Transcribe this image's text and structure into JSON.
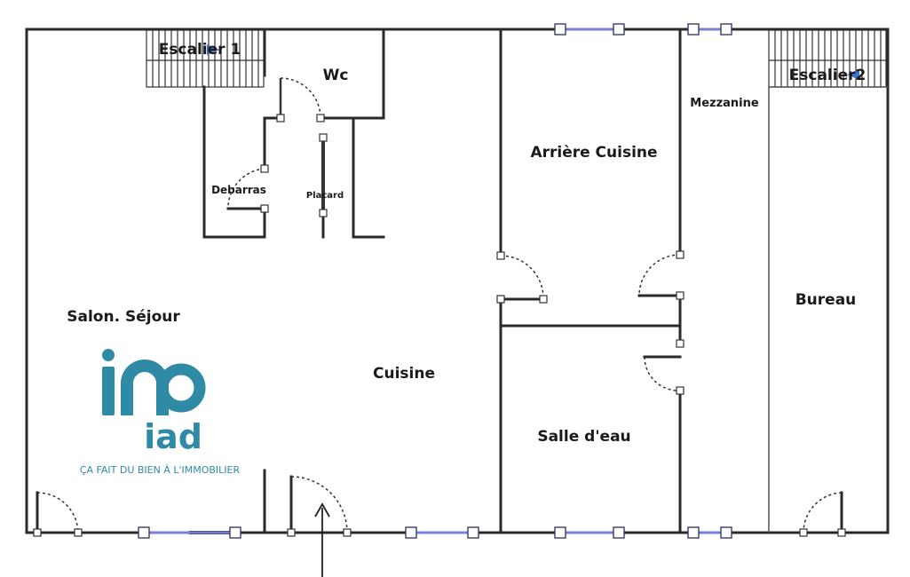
{
  "rooms": {
    "escalier1": "Escalier 1",
    "wc": "Wc",
    "debarras": "Debarras",
    "placard": "Placard",
    "arriere_cuisine": "Arrière Cuisine",
    "mezzanine": "Mezzanine",
    "escalier2": "Escalier2",
    "salon": "Salon. Séjour",
    "cuisine": "Cuisine",
    "bureau": "Bureau",
    "salle_eau": "Salle d'eau"
  },
  "logo": {
    "brand": "iad",
    "tagline": "ÇA FAIT DU BIEN À L'IMMOBILIER",
    "color": "#2f8aa6"
  },
  "colors": {
    "wall": "#2a2a2a",
    "window": "#7b7fd1"
  }
}
